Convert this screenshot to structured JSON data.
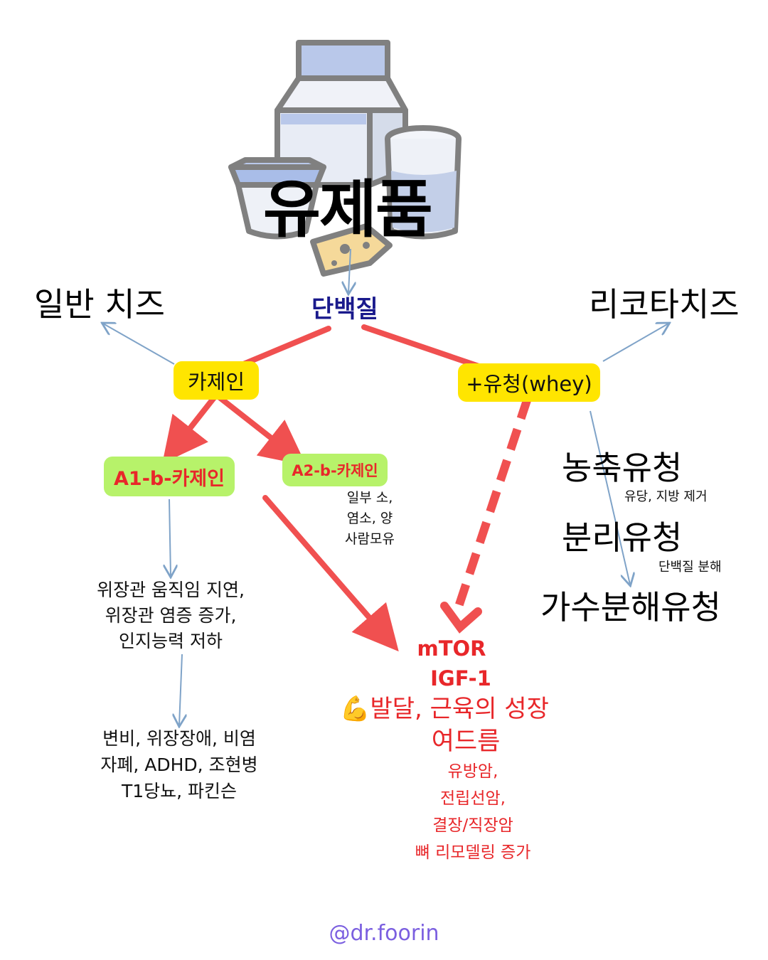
{
  "title": "유제품",
  "protein": "단백질",
  "casein": "카제인",
  "whey": "+유청(whey)",
  "cheese_general": "일반 치즈",
  "cheese_ricotta": "리코타치즈",
  "a1_casein": "A1-b-카제인",
  "a2_casein": "A2-b-카제인",
  "a2_note": [
    "일부 소,",
    "염소, 양",
    "사람모유"
  ],
  "a1_effects": [
    "위장관 움직임 지연,",
    "위장관 염증 증가,",
    "인지능력 저하"
  ],
  "a1_diseases": [
    "변비, 위장장애, 비염",
    "자폐, ADHD, 조현병",
    "T1당뇨, 파킨슨"
  ],
  "whey_types": {
    "concentrate": "농축유청",
    "concentrate_note": "유당, 지방 제거",
    "isolate": "분리유청",
    "isolate_note": "단백질 분해",
    "hydrolyzed": "가수분해유청"
  },
  "outcomes": {
    "mtor": "mTOR",
    "igf": "IGF-1",
    "growth": "💪발달, 근육의 성장",
    "acne": "여드름",
    "cancers": [
      "유방암,",
      "전립선암,",
      "결장/직장암",
      "뼈 리모델링 증가"
    ]
  },
  "credit": "@dr.foorin",
  "colors": {
    "red_arrow": "#f05050",
    "blue_arrow": "#7fa3c8",
    "label_yellow": "#ffe500",
    "label_green": "#b7f26a",
    "protein_text": "#1a1a8c",
    "outcome_text": "#e8272a",
    "credit_text": "#7b5fe0"
  },
  "icons": [
    "milk-carton-icon",
    "yogurt-cup-icon",
    "milk-glass-icon",
    "cheese-icon"
  ]
}
